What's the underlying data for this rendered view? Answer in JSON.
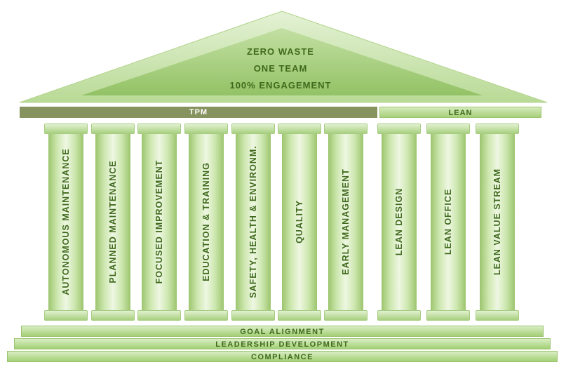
{
  "roof": {
    "lines": [
      "ZERO WASTE",
      "ONE TEAM",
      "100% ENGAGEMENT"
    ]
  },
  "bands": {
    "tpm": "TPM",
    "lean": "LEAN"
  },
  "pillars": [
    "AUTONOMOUS MAINTENANCE",
    "PLANNED MAINTENANCE",
    "FOCUSED IMPROVEMENT",
    "EDUCATION & TRAINING",
    "SAFETY, HEALTH & ENVIRONM.",
    "QUALITY",
    "EARLY MANAGEMENT",
    "LEAN DESIGN",
    "LEAN OFFICE",
    "LEAN VALUE STREAM"
  ],
  "foundation": [
    "GOAL ALIGNMENT",
    "LEADERSHIP DEVELOPMENT",
    "COMPLIANCE"
  ],
  "colors": {
    "tpm_band": "#86935e",
    "text": "#3f6a1c",
    "light_green": "#cde7af",
    "mid_green": "#a8d07f"
  }
}
